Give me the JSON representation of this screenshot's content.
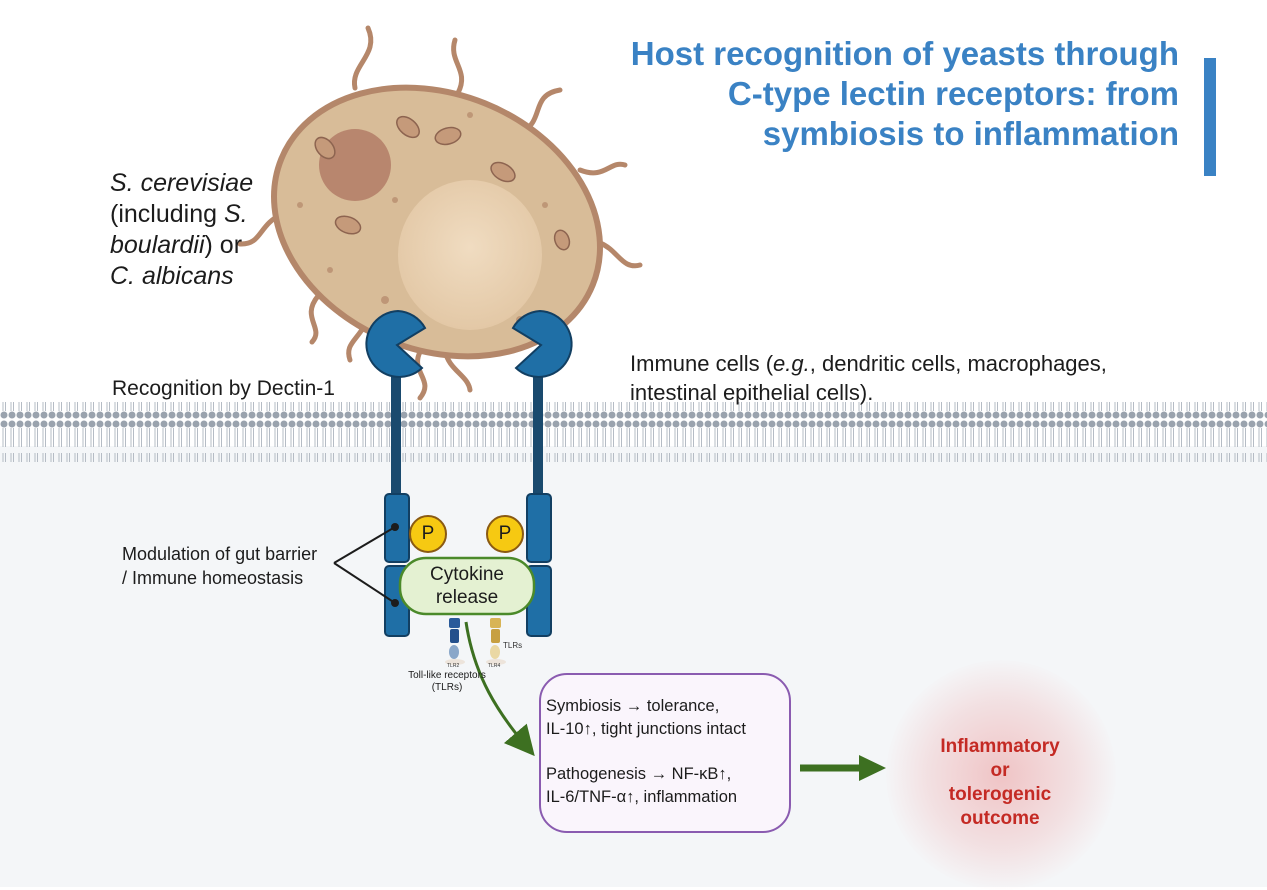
{
  "title": "Host recognition of yeasts through C-type lectin receptors: from symbiosis to inflammation",
  "yeast_label": {
    "line1": "S. cerevisiae",
    "line2_prefix": "(including ",
    "line2_italic": "S.",
    "line3_italic": "boulardii",
    "line3_suffix": ") or",
    "line4": "C. albicans"
  },
  "immune_label": {
    "prefix": "Immune cells (",
    "italic": "e.g.",
    "suffix": ", dendritic cells, macrophages, intestinal epithelial cells)."
  },
  "dectin_label": "Recognition by Dectin-1",
  "modulation_label": {
    "line1": "Modulation of gut barrier",
    "line2": "/ Immune homeostasis"
  },
  "phospho_left": "P",
  "phospho_right": "P",
  "cytokine_label": {
    "line1": "Cytokine",
    "line2": "release"
  },
  "tlr_small": {
    "tlr2": "TLR2",
    "tlrs": "TLRs",
    "tlr4": "TLR4"
  },
  "tlr_caption": {
    "line1": "Toll-like receptors",
    "line2": "(TLRs)"
  },
  "outcomes": {
    "symbiosis_line1": "Symbiosis → tolerance,",
    "symbiosis_line2": "IL-10↑, tight junctions intact",
    "pathogenesis_line1": "Pathogenesis → NF-κB↑,",
    "pathogenesis_line2": "IL-6/TNF-α↑, inflammation"
  },
  "final_outcome": {
    "line1": "Inflammatory",
    "line2": "or",
    "line3": "tolerogenic",
    "line4": "outcome"
  },
  "colors": {
    "title": "#3a82c4",
    "receptor": "#1f6fa6",
    "yeast_body": "#d8bc98",
    "yeast_outline": "#b4876a",
    "cytokine_fill": "#e4f1d2",
    "cytokine_border": "#4b8a2a",
    "phospho_fill": "#f6c912",
    "box_border": "#8a5bb0",
    "arrow": "#3d7021",
    "final_text": "#c42a24"
  }
}
